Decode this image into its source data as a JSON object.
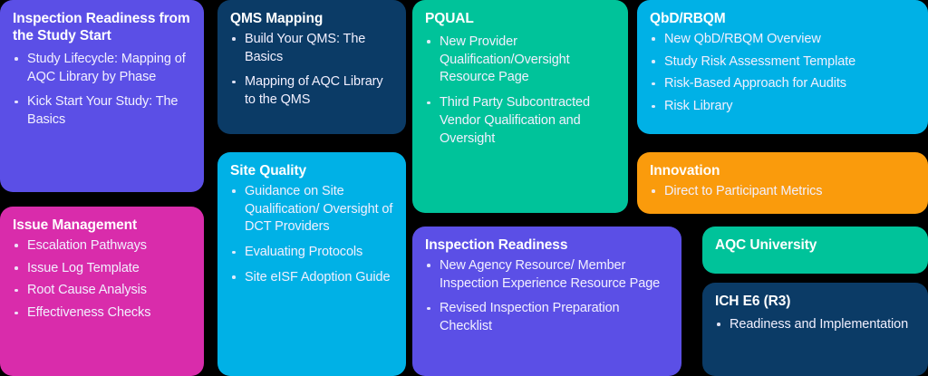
{
  "board": {
    "background_color": "#000000",
    "card_count": 10
  },
  "cards": [
    {
      "id": "inspection-readiness-study-start",
      "title": "Inspection Readiness from the Study Start",
      "color": "#5B4FE6",
      "items": [
        "Study Lifecycle: Mapping of AQC Library by Phase",
        "Kick Start Your Study: The Basics"
      ]
    },
    {
      "id": "issue-management",
      "title": "Issue Management",
      "color": "#D92CAB",
      "items": [
        "Escalation Pathways",
        "Issue Log Template",
        "Root Cause Analysis",
        "Effectiveness Checks"
      ]
    },
    {
      "id": "qms-mapping",
      "title": "QMS Mapping",
      "color": "#0B3B66",
      "items": [
        "Build Your QMS: The Basics",
        "Mapping of AQC Library to the QMS"
      ]
    },
    {
      "id": "site-quality",
      "title": "Site Quality",
      "color": "#00B1E6",
      "items": [
        "Guidance on Site Qualification/ Oversight of DCT Providers",
        "Evaluating Protocols",
        "Site eISF Adoption Guide"
      ]
    },
    {
      "id": "pqual",
      "title": "PQUAL",
      "color": "#00C39A",
      "items": [
        "New Provider Qualification/Oversight Resource Page",
        "Third Party Subcontracted Vendor Qualification and Oversight"
      ]
    },
    {
      "id": "inspection-readiness",
      "title": "Inspection Readiness",
      "color": "#5B4FE6",
      "items": [
        "New Agency Resource/ Member Inspection Experience Resource Page",
        "Revised Inspection Preparation Checklist"
      ]
    },
    {
      "id": "qbd-rbqm",
      "title": "QbD/RBQM",
      "color": "#00B1E6",
      "items": [
        "New QbD/RBQM Overview",
        "Study Risk Assessment Template",
        "Risk-Based Approach for Audits",
        "Risk Library"
      ]
    },
    {
      "id": "innovation",
      "title": "Innovation",
      "color": "#FA9B0C",
      "items": [
        "Direct to Participant Metrics"
      ]
    },
    {
      "id": "aqc-university",
      "title": "AQC University",
      "color": "#00C39A",
      "items": []
    },
    {
      "id": "ich-e6-r3",
      "title": "ICH E6 (R3)",
      "color": "#0B3B66",
      "items": [
        "Readiness and Implementation"
      ]
    }
  ]
}
